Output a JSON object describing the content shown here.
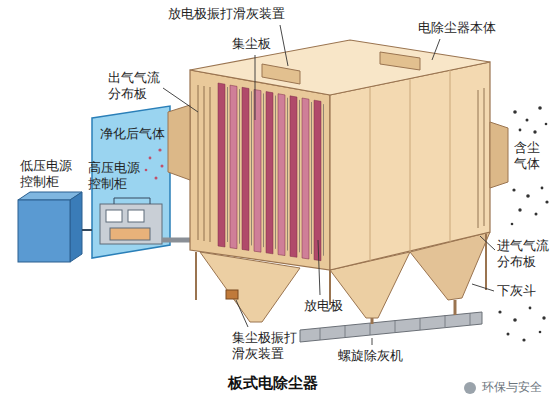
{
  "diagram": {
    "caption": "板式电除尘器",
    "labels": [
      "放电极振打滑灰装置",
      "电除尘器本体",
      "集尘板",
      "出气气流 分布板",
      "净化后气体",
      "含尘 气体",
      "低压电源 控制柜",
      "高压电源 控制柜",
      "进气气流 分布板",
      "下灰斗",
      "放电极",
      "集尘极振打 滑灰装置",
      "螺旋除灰机",
      "环保与安全"
    ]
  }
}
